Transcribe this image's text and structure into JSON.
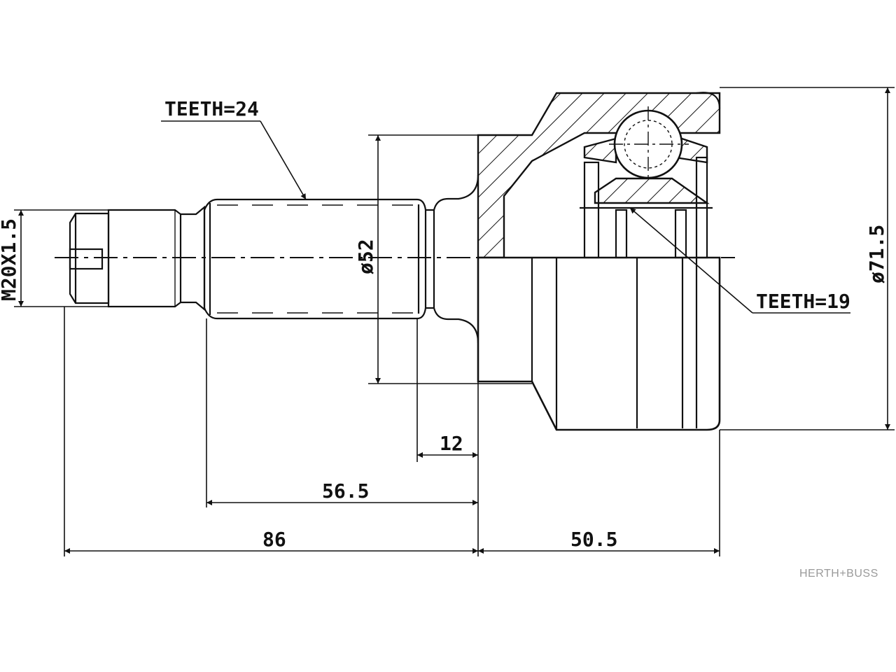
{
  "labels": {
    "teeth_outer": "TEETH=24",
    "teeth_inner": "TEETH=19",
    "thread": "M20X1.5",
    "dia_shaft": "ø52",
    "dia_housing": "ø71.5"
  },
  "dimensions": {
    "d12": "12",
    "d56_5": "56.5",
    "d86": "86",
    "d50_5": "50.5"
  },
  "brand": "HERTH+BUSS"
}
